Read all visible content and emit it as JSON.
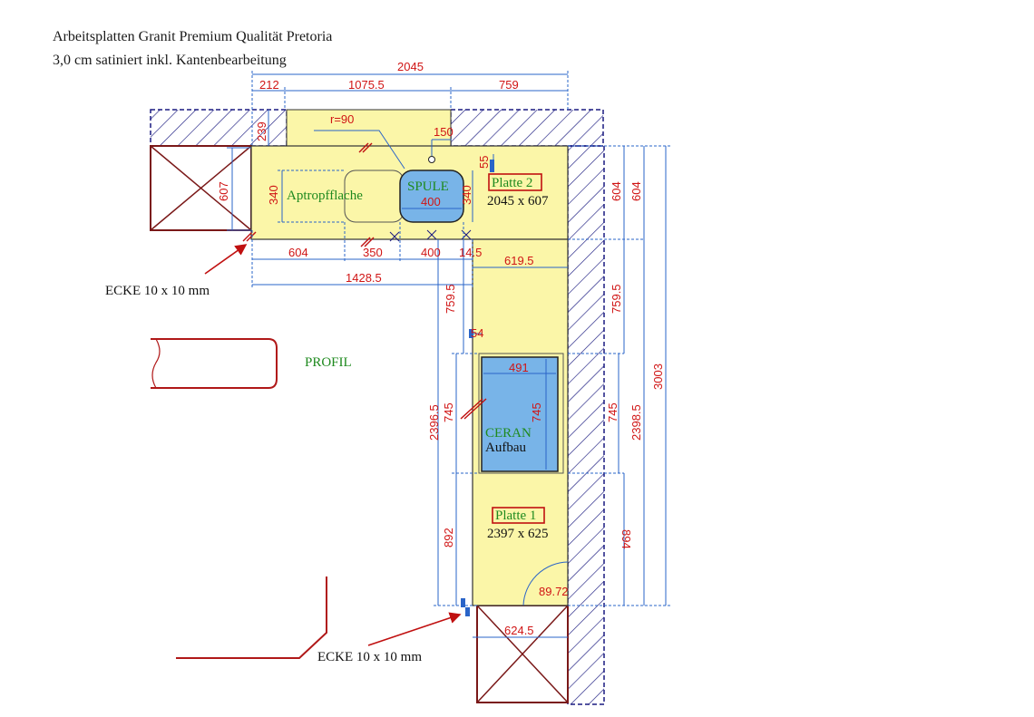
{
  "header": {
    "line1": "Arbeitsplatten Granit Premium Qualität Pretoria",
    "line2": "3,0 cm satiniert inkl. Kantenbearbeitung"
  },
  "labels": {
    "radius": "r=90",
    "aptropf": "Aptropfflache",
    "spule": "SPULE",
    "platte2": "Platte 2",
    "platte2_size": "2045 x 607",
    "platte1": "Platte 1",
    "platte1_size": "2397 x 625",
    "ceran": "CERAN",
    "aufbau": "Aufbau",
    "profil": "PROFIL",
    "ecke_top": "ECKE 10 x 10 mm",
    "ecke_bottom": "ECKE 10 x 10 mm",
    "angle": "89.72"
  },
  "dimensions": {
    "d2045": "2045",
    "d212": "212",
    "d1075": "1075.5",
    "d759": "759",
    "d239": "239",
    "d150": "150",
    "d55": "55",
    "d607": "607",
    "d340a": "340",
    "d340b": "340",
    "d400a": "400",
    "d604": "604",
    "d350": "350",
    "d400b": "400",
    "d145": "14.5",
    "d6195": "619.5",
    "d14285": "1428.5",
    "d604r1": "604",
    "d604r2": "604",
    "d7595l": "759.5",
    "d7595r": "759.5",
    "d54": "54",
    "d491": "491",
    "d745c": "745",
    "d23965": "2396.5",
    "d745l": "745",
    "d745r": "745",
    "d23985": "2398.5",
    "d3003": "3003",
    "d892": "892",
    "d894": "894",
    "d6245": "624.5"
  },
  "colors": {
    "counter": "#fbf6a8",
    "sink": "#78b4e8",
    "dimension": "#d01515",
    "dimline": "#2a64c8",
    "wall": "#1a1a80",
    "box": "#7a1818"
  }
}
